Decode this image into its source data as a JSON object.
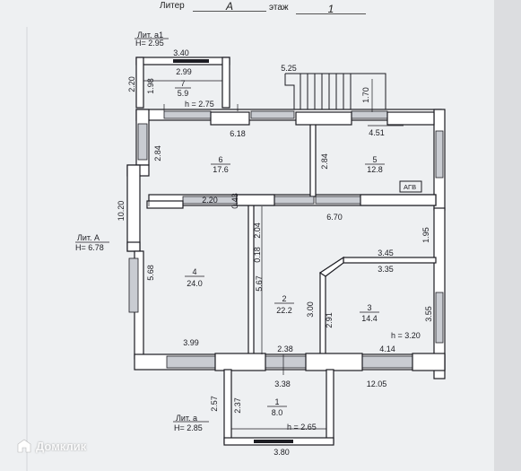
{
  "header": {
    "liter_label": "Литер",
    "liter_value": "А",
    "floor_label": "этаж",
    "floor_value": "1"
  },
  "section_labels": {
    "lit_a1": "Лит. а1",
    "lit_a1_height": "H= 2.95",
    "lit_A": "Лит. А",
    "lit_A_height": "H= 6.78",
    "lit_a": "Лит. а",
    "lit_a_height": "H= 2.85"
  },
  "rooms": [
    {
      "number": "7",
      "area": "5.9"
    },
    {
      "number": "6",
      "area": "17.6"
    },
    {
      "number": "5",
      "area": "12.8"
    },
    {
      "number": "4",
      "area": "24.0"
    },
    {
      "number": "2",
      "area": "22.2"
    },
    {
      "number": "3",
      "area": "14.4"
    },
    {
      "number": "1",
      "area": "8.0"
    }
  ],
  "heights": {
    "room7": "h = 2.75",
    "room3": "h = 3.20",
    "room1": "h = 2.65"
  },
  "equipment": {
    "agv": "АГВ"
  },
  "dimensions": {
    "d_340": "3.40",
    "d_299": "2.99",
    "d_220v": "2.20",
    "d_198": "1.98",
    "d_525": "5.25",
    "d_170": "1.70",
    "d_618": "6.18",
    "d_451": "4.51",
    "d_284a": "2.84",
    "d_284b": "2.84",
    "d_1020": "10.20",
    "d_220h": "2.20",
    "d_043": "0.43",
    "d_204": "2.04",
    "d_670": "6.70",
    "d_195": "1.95",
    "d_018": "0.18",
    "d_345": "3.45",
    "d_335": "3.35",
    "d_568": "5.68",
    "d_567": "5.67",
    "d_300": "3.00",
    "d_291": "2.91",
    "d_355": "3.55",
    "d_399": "3.99",
    "d_238": "2.38",
    "d_414": "4.14",
    "d_338": "3.38",
    "d_1205": "12.05",
    "d_257": "2.57",
    "d_237": "2.37",
    "d_380": "3.80"
  },
  "watermark": {
    "text": "Домклик"
  },
  "colors": {
    "wall": "#ffffff",
    "line": "#1c1c22",
    "paper": "#eef0f2"
  }
}
